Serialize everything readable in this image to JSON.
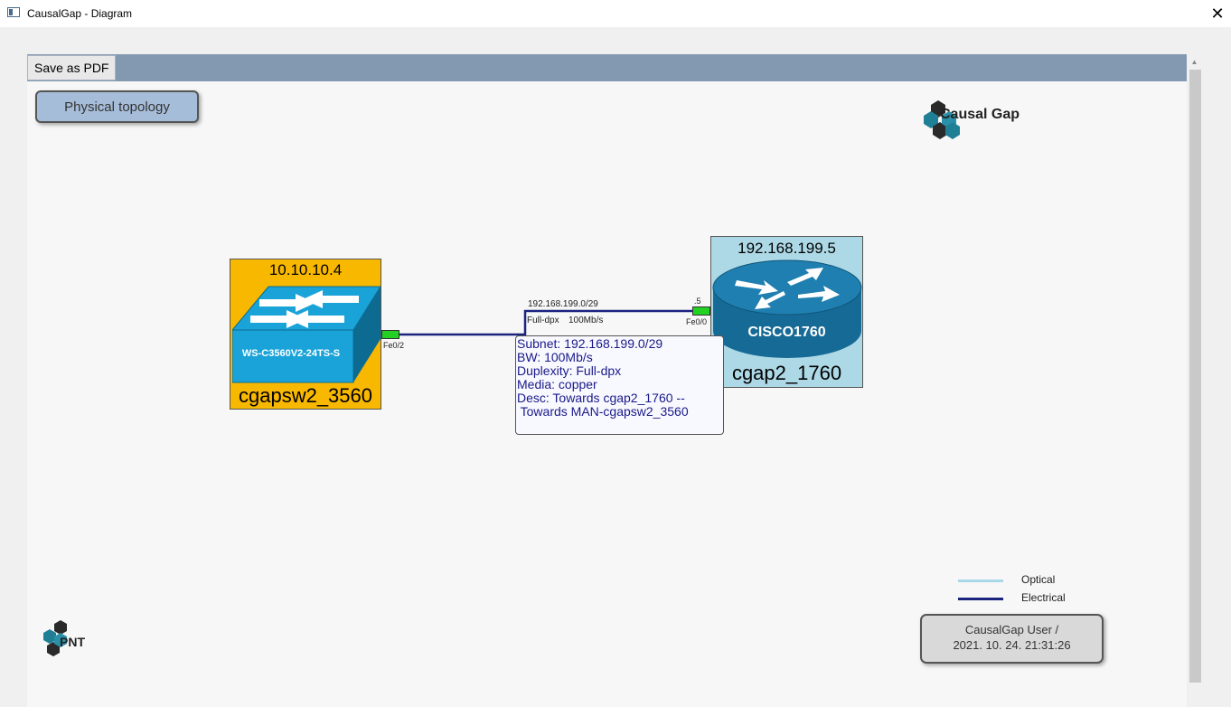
{
  "window": {
    "title": "CausalGap - Diagram",
    "close_glyph": "✕"
  },
  "toolbar": {
    "save_label": "Save as PDF"
  },
  "view_button": {
    "label": "Physical topology"
  },
  "logo_top": {
    "text": "Causal Gap",
    "icon": "hexagon-cluster-logo"
  },
  "logo_bottom": {
    "text": "PNT",
    "icon": "hexagon-cluster-logo"
  },
  "switch": {
    "ip": "10.10.10.4",
    "model": "WS-C3560V2-24TS-S",
    "name": "cgapsw2_3560",
    "port": "Fe0/2",
    "color": "#f8b800",
    "icon_color": "#1aa3d8"
  },
  "router": {
    "ip": "192.168.199.5",
    "model": "CISCO1760",
    "name": "cgap2_1760",
    "port": "Fe0/0",
    "port_ip_suffix": ".5",
    "color": "#add8e6",
    "icon_color": "#166a96"
  },
  "link": {
    "subnet": "192.168.199.0/29",
    "duplex": "Full-dpx",
    "bandwidth": "100Mb/s",
    "color": "#1a237e",
    "tooltip": [
      "Subnet: 192.168.199.0/29",
      "BW: 100Mb/s",
      "Duplexity: Full-dpx",
      "Media: copper",
      "Desc: Towards cgap2_1760 --",
      " Towards MAN-cgapsw2_3560"
    ]
  },
  "legend": {
    "optical": {
      "label": "Optical",
      "color": "#a8d8ea"
    },
    "electrical": {
      "label": "Electrical",
      "color": "#1a237e"
    }
  },
  "footer": {
    "user": "CausalGap User /",
    "timestamp": "2021. 10. 24. 21:31:26"
  }
}
